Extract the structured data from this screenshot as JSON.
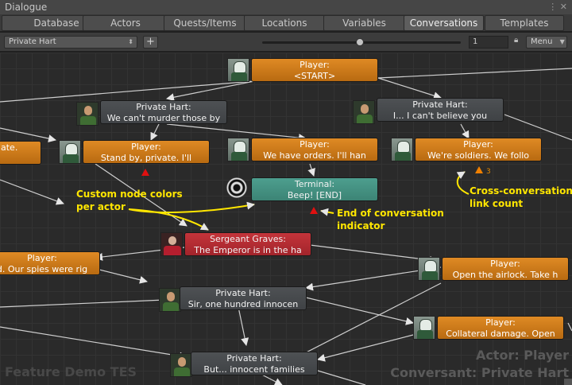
{
  "window": {
    "title": "Dialogue",
    "icons": "⋮ ✕"
  },
  "tabs": [
    {
      "label": "Database"
    },
    {
      "label": "Actors"
    },
    {
      "label": "Quests/Items"
    },
    {
      "label": "Locations"
    },
    {
      "label": "Variables"
    },
    {
      "label": "Conversations",
      "active": true
    },
    {
      "label": "Templates"
    }
  ],
  "toolbar": {
    "conversation": "Private Hart",
    "add_label": "+",
    "zoom_value": "1",
    "zoom_fraction": 0.49,
    "menu_label": "Menu"
  },
  "nodes": [
    {
      "id": "start",
      "actor": "Player",
      "color": "#c97619",
      "line1": "Player:",
      "line2": "<START>"
    },
    {
      "id": "hart1",
      "actor": "Private Hart",
      "color": "#4a4d50",
      "line1": "Private Hart:",
      "line2": "We can't murder those by"
    },
    {
      "id": "hart2",
      "actor": "Private Hart",
      "color": "#4a4d50",
      "line1": "Private Hart:",
      "line2": "I... I can't believe you"
    },
    {
      "id": "left-edge",
      "actor": "Player",
      "color": "#c97619",
      "line1": "",
      "line2": "ate."
    },
    {
      "id": "p-standby",
      "actor": "Player",
      "color": "#c97619",
      "line1": "Player:",
      "line2": "Stand by, private. I'll"
    },
    {
      "id": "p-orders",
      "actor": "Player",
      "color": "#c97619",
      "line1": "Player:",
      "line2": "We have orders. I'll han"
    },
    {
      "id": "p-soldiers",
      "actor": "Player",
      "color": "#c97619",
      "line1": "Player:",
      "line2": "We're soldiers. We follo"
    },
    {
      "id": "terminal",
      "actor": "Terminal",
      "color": "#4a9585",
      "line1": "Terminal:",
      "line2": "Beep! [END]"
    },
    {
      "id": "graves",
      "actor": "Sergeant Graves",
      "color": "#b52a31",
      "line1": "Sergeant Graves:",
      "line2": "The Emperor is in the ha"
    },
    {
      "id": "p-spies",
      "actor": "Player",
      "color": "#c97619",
      "line1": "Player:",
      "line2": "d. Our spies were rig"
    },
    {
      "id": "p-airlock",
      "actor": "Player",
      "color": "#c97619",
      "line1": "Player:",
      "line2": "Open the airlock. Take h"
    },
    {
      "id": "hart3",
      "actor": "Private Hart",
      "color": "#4a4d50",
      "line1": "Private Hart:",
      "line2": "Sir, one hundred innocen"
    },
    {
      "id": "p-collateral",
      "actor": "Player",
      "color": "#c97619",
      "line1": "Player:",
      "line2": "Collateral damage. Open"
    },
    {
      "id": "hart4",
      "actor": "Private Hart",
      "color": "#4a4d50",
      "line1": "Private Hart:",
      "line2": "But... innocent families"
    }
  ],
  "annotations": {
    "node_colors": [
      "Custom node colors",
      "per actor"
    ],
    "end_indicator": [
      "End of conversation",
      "indicator"
    ],
    "cross_link": [
      "Cross-conversation",
      "link count"
    ]
  },
  "link_count": "3",
  "watermark": {
    "demo": "Feature Demo TES",
    "actor": "Actor: Player",
    "conversant": "Conversant: Private Hart"
  }
}
